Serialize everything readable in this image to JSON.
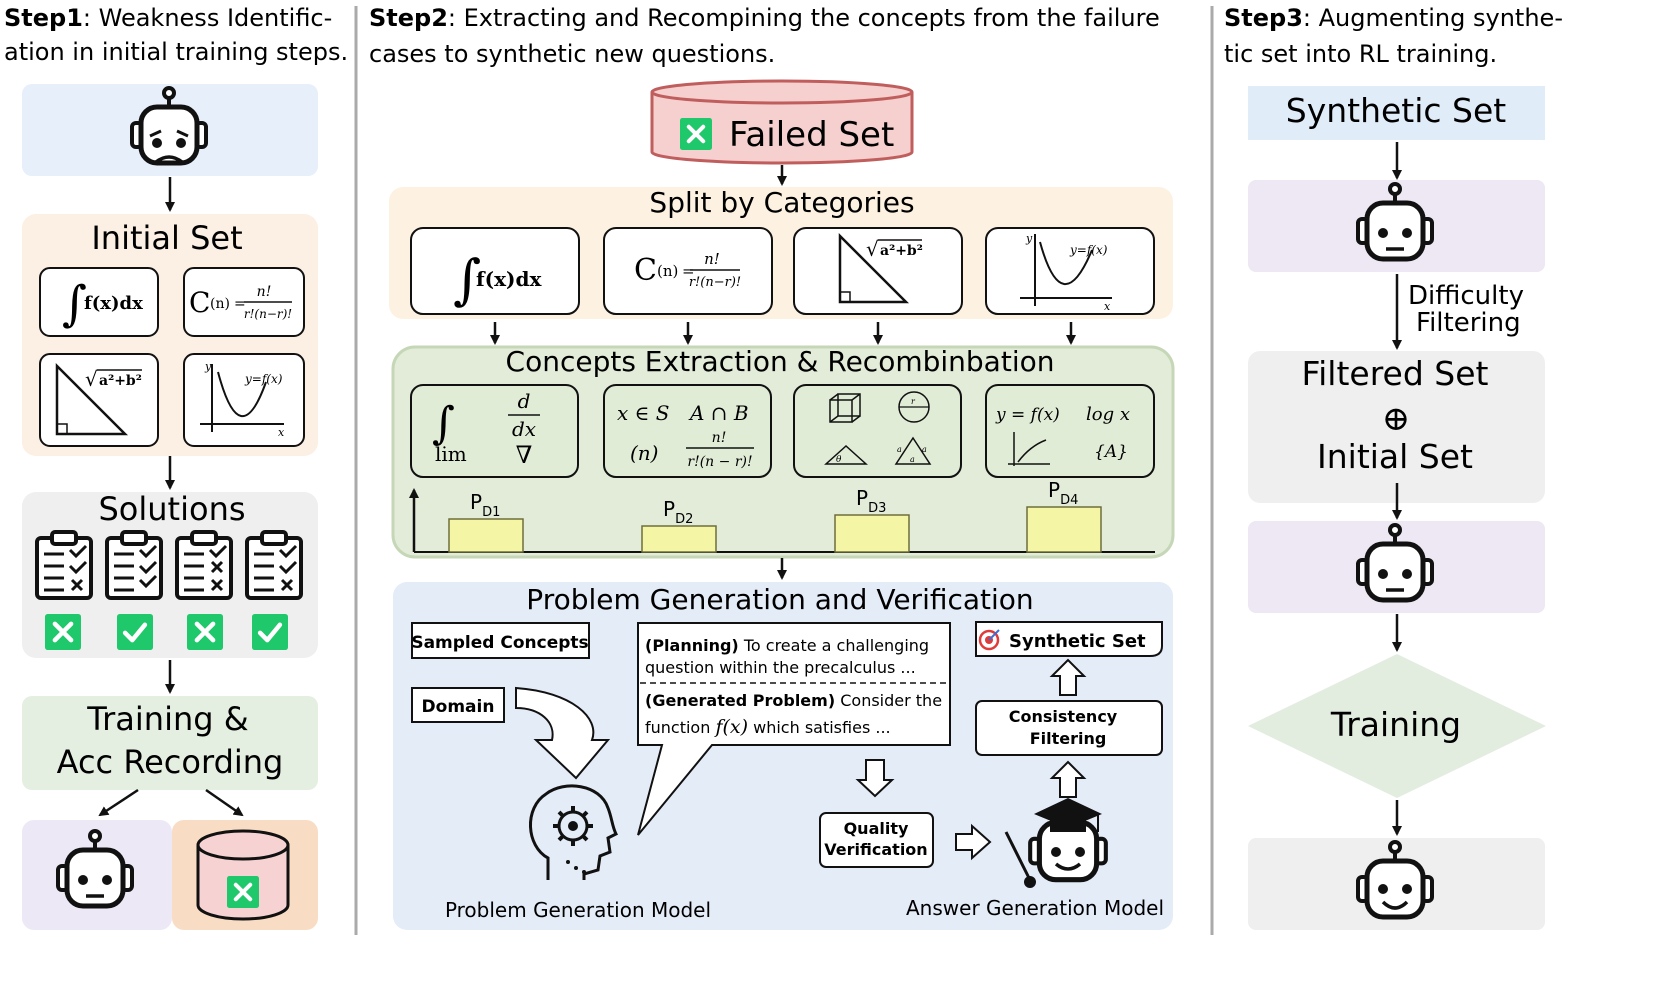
{
  "step1": {
    "heading_bold": "Step1",
    "heading_line1": ": Weakness Identific-",
    "heading_line2": "ation in initial training steps.",
    "initial_set": "Initial Set",
    "solutions": "Solutions",
    "training_line1": "Training &",
    "training_line2": "Acc Recording"
  },
  "step2": {
    "heading_bold": "Step2",
    "heading_line1": ": Extracting and Recompining the concepts from the failure",
    "heading_line2": "cases to synthetic new questions.",
    "failed_set": "Failed Set",
    "split_by_categories": "Split by Categories",
    "concepts_title": "Concepts Extraction & Recombinbation",
    "probability_labels": [
      "P",
      "P",
      "P",
      "P"
    ],
    "probability_subscripts": [
      "D1",
      "D2",
      "D3",
      "D4"
    ],
    "probability_values": [
      0.33,
      0.26,
      0.37,
      0.45
    ],
    "generation_title": "Problem Generation and Verification",
    "sampled_concepts": "Sampled Concepts",
    "domain": "Domain",
    "planning_bold": "(Planning)",
    "planning_text1": "To create a challenging",
    "planning_text2": "question within the precalculus ...",
    "generated_bold": "(Generated Problem)",
    "generated_text1": "Consider the",
    "generated_text2": "function",
    "generated_text3": "which satisfies ...",
    "synthetic_set": "Synthetic Set",
    "consistency_line1": "Consistency",
    "consistency_line2": "Filtering",
    "quality_line1": "Quality",
    "quality_line2": "Verification",
    "problem_model": "Problem Generation Model",
    "answer_model": "Answer Generation Model"
  },
  "step3": {
    "heading_bold": "Step3",
    "heading_line1": ":  Augmenting synthe-",
    "heading_line2": "tic set into RL training.",
    "synthetic_set": "Synthetic Set",
    "difficulty_line1": "Difficulty",
    "difficulty_line2": "Filtering",
    "filtered_set": "Filtered Set",
    "plus_symbol": "⊕",
    "initial_set": "Initial Set",
    "training": "Training"
  },
  "math": {
    "integral": "f(x)dx",
    "combination_c": "C",
    "combination_n": "(n)",
    "combination_eq": "=",
    "combination_num": "n!",
    "combination_den": "r!(n−r)!",
    "sqrt_text": "a²+b²",
    "axis_y": "y",
    "axis_x": "x",
    "curve_label": "y=f(x)",
    "lim": "lim",
    "d": "d",
    "dx": "dx",
    "nabla": "∇",
    "in_s": "x ∈ S",
    "a_cap_b": "A ∩ B",
    "n_paren": "(n)",
    "frac_num": "n!",
    "frac_den": "r!(n − r)!",
    "func_eq": "y = f(x)",
    "log_x": "log x",
    "set_a": "{A}",
    "theta": "θ",
    "r": "r",
    "a": "a",
    "fx": "f(x)"
  },
  "colors": {
    "step1_top": "#e6effa",
    "initial_bg": "#fcefe3",
    "solutions_bg": "#efefef",
    "training_bg": "#e5efe1",
    "robot_bg": "#ede8f5",
    "db_bg": "#f9dcc4",
    "failed_set_fill": "#f5d0cf",
    "failed_set_stroke": "#c05e5e",
    "split_bg": "#fdf2e1",
    "concepts_bg": "#e2ecd9",
    "concepts_stroke": "#c5d7b6",
    "concept_card": "#e1ecd7",
    "bar_fill": "#f5f5a6",
    "bar_stroke": "#6e6e3a",
    "generation_bg": "#e4ecf8",
    "green_check": "#1fc86b",
    "step3_box": "#e1ecf9",
    "step3_robot_bg": "#ede8f3",
    "diamond_fill": "#e2ede0",
    "divider": "#aaaaaa"
  }
}
